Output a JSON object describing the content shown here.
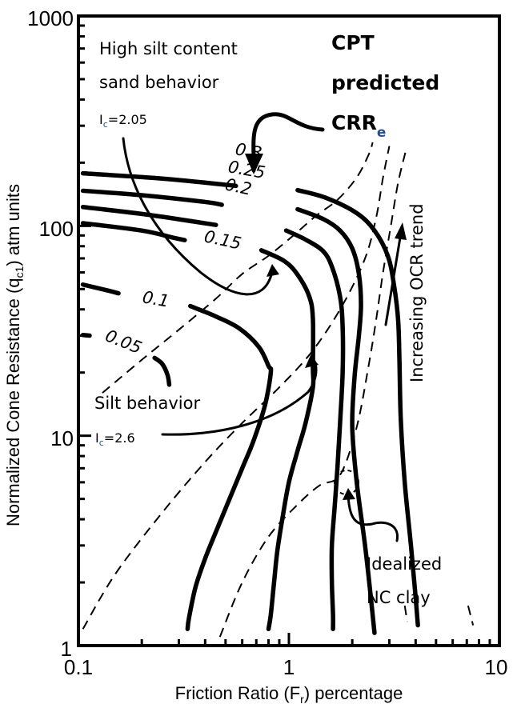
{
  "chart_data": {
    "type": "line",
    "title": "",
    "xlabel": "Friction Ratio (F",
    "xlabel_sub": "r",
    "xlabel_suffix": ") percentage",
    "ylabel": "Normalized Cone Resistance (q",
    "ylabel_sub": "c1",
    "ylabel_suffix": ") atm units",
    "xscale": "log",
    "yscale": "log",
    "xlim": [
      0.1,
      10
    ],
    "ylim": [
      1,
      1000
    ],
    "grid": false,
    "x_tick_labels": [
      "0.1",
      "1",
      "10"
    ],
    "x_tick_values": [
      0.1,
      1,
      10
    ],
    "y_tick_labels": [
      "1",
      "10",
      "100",
      "1000"
    ],
    "y_tick_values": [
      1,
      10,
      100,
      1000
    ],
    "contours": [
      {
        "name": "CRRe 0.05",
        "label": "0.05",
        "segments": [
          [
            [
              0.105,
              30.2
            ],
            [
              0.113,
              30.0
            ]
          ],
          [
            [
              0.23,
              23.5
            ],
            [
              0.25,
              22.0
            ],
            [
              0.265,
              19.5
            ],
            [
              0.27,
              17.5
            ]
          ]
        ]
      },
      {
        "name": "CRRe 0.1",
        "label": "0.1",
        "segments": [
          [
            [
              0.105,
              52.5
            ],
            [
              0.14,
              49.0
            ],
            [
              0.155,
              47.7
            ]
          ],
          [
            [
              0.34,
              41.5
            ],
            [
              0.45,
              37.0
            ],
            [
              0.58,
              32.5
            ],
            [
              0.72,
              26.5
            ],
            [
              0.8,
              21.5
            ],
            [
              0.82,
              20.0
            ],
            [
              0.77,
              14.0
            ],
            [
              0.68,
              9.5
            ],
            [
              0.6,
              7.0
            ],
            [
              0.5,
              4.5
            ],
            [
              0.44,
              3.3
            ],
            [
              0.4,
              2.6
            ],
            [
              0.36,
              1.9
            ],
            [
              0.335,
              1.35
            ],
            [
              0.33,
              1.2
            ]
          ]
        ]
      },
      {
        "name": "CRRe 0.15",
        "label": "0.15",
        "segments": [
          [
            [
              0.105,
              103.0
            ],
            [
              0.2,
              95.0
            ],
            [
              0.28,
              88.0
            ],
            [
              0.32,
              85.5
            ]
          ],
          [
            [
              0.74,
              76.5
            ],
            [
              0.95,
              68.0
            ],
            [
              1.1,
              58.5
            ],
            [
              1.25,
              46.0
            ],
            [
              1.3,
              36.0
            ],
            [
              1.3,
              21.0
            ],
            [
              1.3,
              17.0
            ],
            [
              1.2,
              11.5
            ],
            [
              1.1,
              8.5
            ],
            [
              1.0,
              6.0
            ],
            [
              0.93,
              4.0
            ],
            [
              0.88,
              2.8
            ],
            [
              0.85,
              2.0
            ],
            [
              0.82,
              1.4
            ],
            [
              0.8,
              1.2
            ]
          ]
        ]
      },
      {
        "name": "CRRe 0.2",
        "label": "0.2",
        "segments": [
          [
            [
              0.105,
              123.0
            ],
            [
              0.2,
              114.0
            ],
            [
              0.35,
              105.0
            ],
            [
              0.45,
              101.0
            ]
          ],
          [
            [
              0.97,
              95.0
            ],
            [
              1.2,
              86.0
            ],
            [
              1.45,
              76.0
            ],
            [
              1.6,
              64.0
            ],
            [
              1.75,
              46.0
            ],
            [
              1.8,
              33.0
            ],
            [
              1.8,
              20.0
            ],
            [
              1.75,
              11.5
            ],
            [
              1.7,
              7.0
            ],
            [
              1.65,
              4.6
            ],
            [
              1.6,
              3.0
            ],
            [
              1.6,
              2.0
            ],
            [
              1.62,
              1.4
            ],
            [
              1.62,
              1.2
            ]
          ]
        ]
      },
      {
        "name": "CRRe 0.25",
        "label": "0.25",
        "segments": [
          [
            [
              0.105,
              147.0
            ],
            [
              0.2,
              140.0
            ],
            [
              0.4,
              130.0
            ],
            [
              0.48,
              126.0
            ]
          ],
          [
            [
              1.1,
              120.0
            ],
            [
              1.45,
              108.0
            ],
            [
              1.75,
              95.0
            ],
            [
              2.0,
              78.0
            ],
            [
              2.15,
              59.0
            ],
            [
              2.2,
              42.0
            ],
            [
              2.15,
              30.0
            ],
            [
              2.05,
              19.0
            ],
            [
              2.0,
              11.0
            ],
            [
              2.1,
              6.0
            ],
            [
              2.3,
              3.0
            ],
            [
              2.45,
              1.7
            ],
            [
              2.55,
              1.15
            ]
          ]
        ]
      },
      {
        "name": "CRRe 0.3",
        "label": "0.3",
        "segments": [
          [
            [
              0.105,
              178.0
            ],
            [
              0.25,
              168.0
            ],
            [
              0.5,
              157.0
            ],
            [
              0.56,
              155.0
            ]
          ],
          [
            [
              1.1,
              148.0
            ],
            [
              1.5,
              136.0
            ],
            [
              2.1,
              115.0
            ],
            [
              2.55,
              95.0
            ],
            [
              2.95,
              72.0
            ],
            [
              3.15,
              53.0
            ],
            [
              3.3,
              36.0
            ],
            [
              3.35,
              23.0
            ],
            [
              3.4,
              12.0
            ],
            [
              3.55,
              6.0
            ],
            [
              3.8,
              3.0
            ],
            [
              4.0,
              1.7
            ],
            [
              4.1,
              1.25
            ]
          ]
        ]
      }
    ],
    "ic_boundaries": [
      {
        "name": "dashed boundary 1",
        "points": [
          [
            0.105,
            1.2
          ],
          [
            0.15,
            2.2
          ],
          [
            0.25,
            4.3
          ],
          [
            0.4,
            7.5
          ],
          [
            0.6,
            11.5
          ],
          [
            0.9,
            17.0
          ],
          [
            1.3,
            25.5
          ],
          [
            1.8,
            42.0
          ],
          [
            2.3,
            70.0
          ],
          [
            2.6,
            110.0
          ],
          [
            2.8,
            170.0
          ],
          [
            3.0,
            240.0
          ]
        ]
      },
      {
        "name": "dashed boundary 2",
        "points": [
          [
            0.13,
            16.0
          ],
          [
            0.2,
            23.0
          ],
          [
            0.3,
            32.0
          ],
          [
            0.45,
            45.0
          ],
          [
            0.6,
            59.0
          ],
          [
            0.8,
            72.0
          ],
          [
            1.05,
            90.0
          ],
          [
            1.35,
            112.0
          ],
          [
            1.7,
            133.0
          ],
          [
            2.1,
            170.0
          ],
          [
            2.4,
            220.0
          ],
          [
            2.5,
            250.0
          ]
        ]
      },
      {
        "name": "dashed boundary 3",
        "points": [
          [
            0.47,
            1.1
          ],
          [
            0.6,
            2.0
          ],
          [
            0.8,
            3.3
          ],
          [
            1.1,
            4.7
          ],
          [
            1.4,
            5.8
          ],
          [
            1.75,
            6.5
          ],
          [
            2.1,
            11.0
          ],
          [
            2.4,
            22.0
          ],
          [
            2.6,
            36.0
          ],
          [
            2.8,
            60.0
          ],
          [
            3.05,
            100.0
          ],
          [
            3.3,
            160.0
          ],
          [
            3.6,
            230.0
          ]
        ]
      },
      {
        "name": "dashed fragment 1",
        "points": [
          [
            3.55,
            1.55
          ],
          [
            3.65,
            1.3
          ]
        ]
      },
      {
        "name": "dashed fragment 2",
        "points": [
          [
            7.1,
            1.55
          ],
          [
            7.5,
            1.25
          ]
        ]
      }
    ],
    "annotations": {
      "high_silt_line1": "High silt content",
      "high_silt_line2": "sand behavior",
      "high_silt_ic_prefix": "I",
      "high_silt_ic_sub": "c",
      "high_silt_ic_value": "=2.05",
      "silt_label": "Silt behavior",
      "silt_ic_prefix": "I",
      "silt_ic_sub": "c",
      "silt_ic_value": "=2.6",
      "cpt_line1": "CPT",
      "cpt_line2": "predicted",
      "cpt_line3": "CRR",
      "cpt_sub": "e",
      "ocr_trend": "Increasing OCR trend",
      "nc_clay_line1": "Idealized",
      "nc_clay_line2": "NC  clay"
    },
    "colors": {
      "line": "#000000",
      "background": "#ffffff",
      "subscript_accent": "#1f4e9a"
    }
  }
}
